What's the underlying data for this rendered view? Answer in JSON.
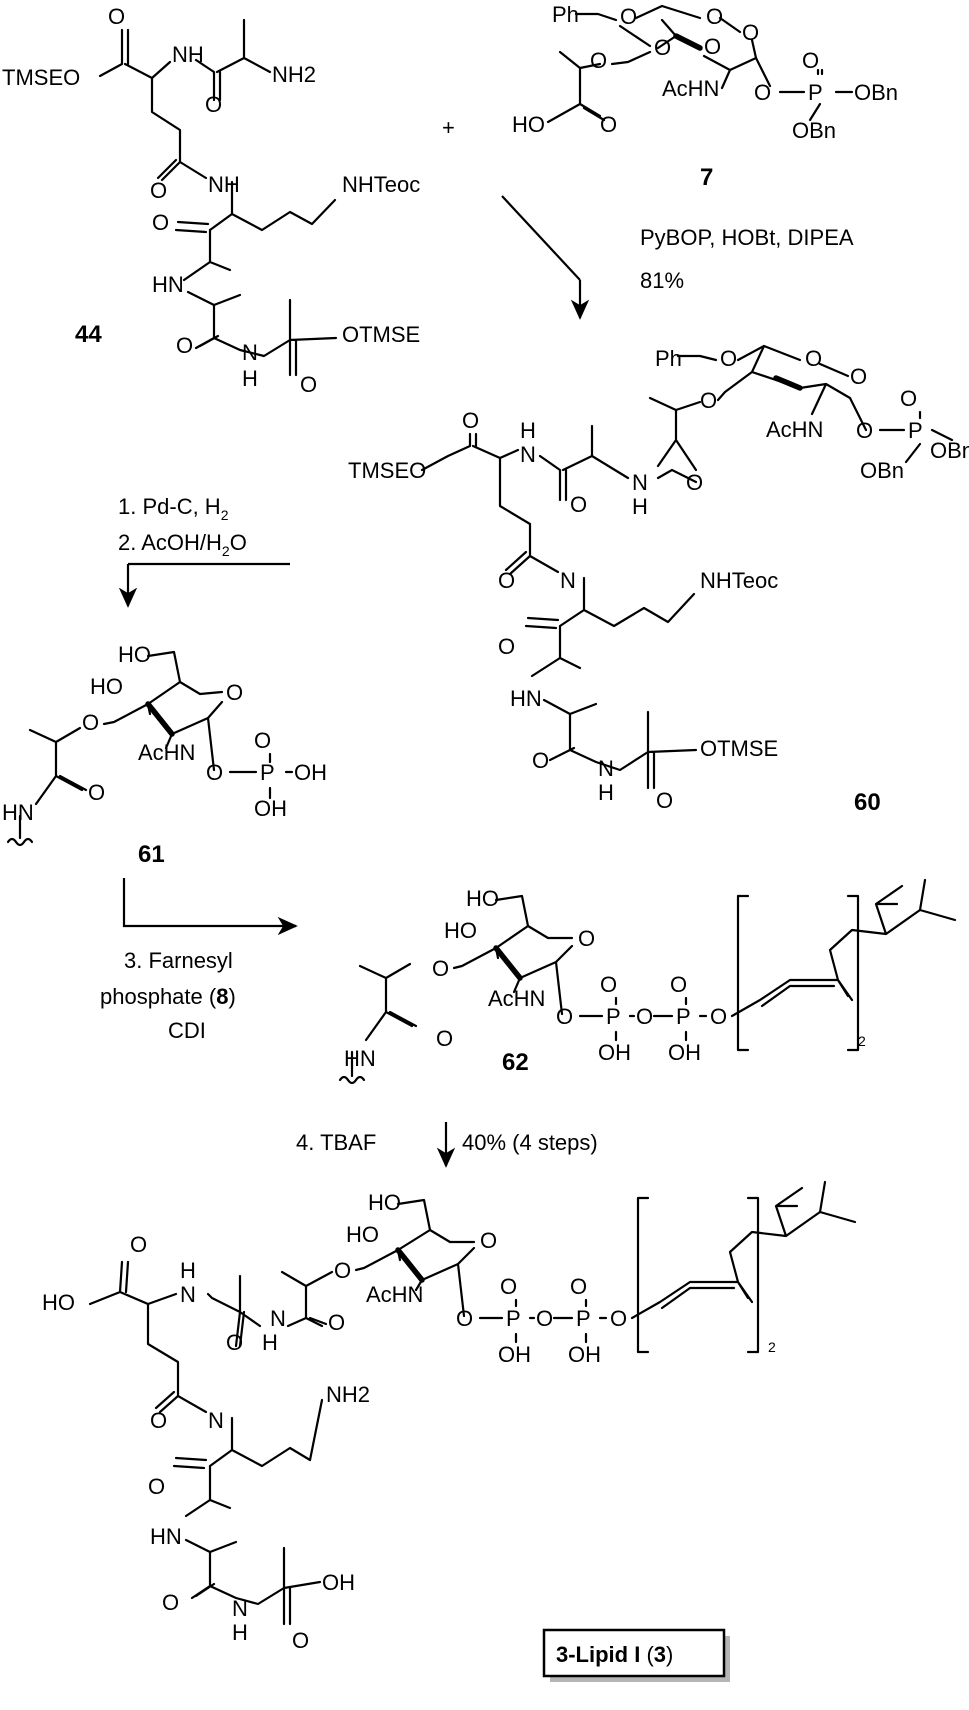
{
  "compounds": {
    "c44": {
      "number": "44",
      "groups": {
        "tmseo": "TMSEO",
        "nh2": "NH2",
        "nhteoc": "NHTeoc",
        "otmse": "OTMSE",
        "nh": "NH",
        "hn": "HN",
        "h": "H",
        "n": "N",
        "o": "O"
      }
    },
    "c7": {
      "number": "7",
      "groups": {
        "ph": "Ph",
        "achn": "AcHN",
        "ho": "HO",
        "obn": "OBn",
        "p": "P",
        "o": "O"
      }
    },
    "c60": {
      "number": "60",
      "groups": {
        "ph": "Ph",
        "tmseo": "TMSEO",
        "achn": "AcHN",
        "obn": "OBn",
        "nhteoc": "NHTeoc",
        "otmse": "OTMSE",
        "hn": "HN",
        "h": "H",
        "n": "N",
        "o": "O",
        "p": "P"
      }
    },
    "c61": {
      "number": "61",
      "groups": {
        "ho": "HO",
        "achn": "AcHN",
        "oh": "OH",
        "hn": "HN",
        "p": "P",
        "o": "O"
      }
    },
    "c62": {
      "number": "62",
      "groups": {
        "ho": "HO",
        "achn": "AcHN",
        "oh": "OH",
        "hn": "HN",
        "p": "P",
        "o": "O",
        "sub2": "2"
      }
    },
    "c3": {
      "name": "3-Lipid I",
      "number": "3",
      "groups": {
        "ho": "HO",
        "achn": "AcHN",
        "oh": "OH",
        "nh2": "NH2",
        "hn": "HN",
        "h": "H",
        "n": "N",
        "o": "O",
        "p": "P",
        "sub2": "2"
      }
    }
  },
  "plus": "+",
  "steps": {
    "coupling_reagents": "PyBOP, HOBt, DIPEA",
    "coupling_yield": "81%",
    "step1": "1. Pd-C, H",
    "step1_sub": "2",
    "step2": "2. AcOH/H",
    "step2_sub": "2",
    "step2_tail": "O",
    "step3_line1": "3. Farnesyl",
    "step3_line2a": "phosphate (",
    "step3_line2b": "8",
    "step3_line2c": ")",
    "step3_line3": "CDI",
    "step4": "4. TBAF",
    "step4_yield": "40% (4 steps)"
  }
}
